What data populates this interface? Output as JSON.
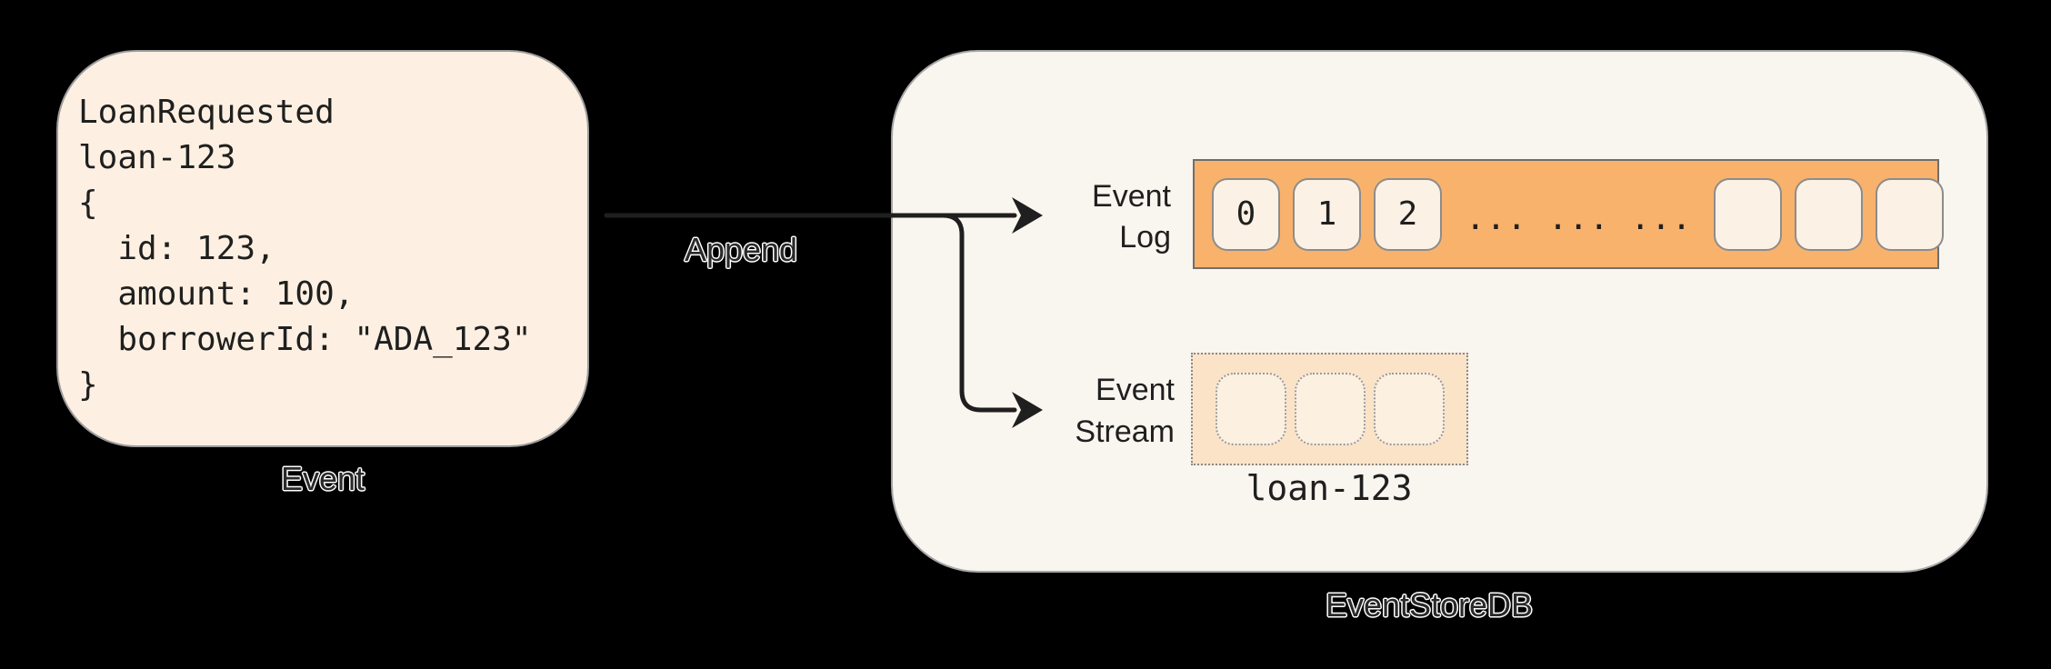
{
  "colors": {
    "background": "#000000",
    "event_box_fill": "#fdf0e2",
    "container_fill": "#f9f5ef",
    "log_bar_fill": "#f8b26c",
    "log_cell_fill": "#fcf1e5",
    "stream_box_fill": "#fbe3c8",
    "stream_cell_fill": "#fcf0e1",
    "stroke_gray": "#8c8c8c",
    "text_ink": "#1f1f1f"
  },
  "event_box": {
    "code_lines": [
      "LoanRequested",
      "loan-123",
      "{",
      "  id: 123,",
      "  amount: 100,",
      "  borrowerId: \"ADA_123\"",
      "}"
    ],
    "caption": "Event"
  },
  "append_arrow": {
    "label": "Append"
  },
  "event_store": {
    "caption": "EventStoreDB",
    "event_log": {
      "label_line1": "Event",
      "label_line2": "Log",
      "filled_cells": [
        "0",
        "1",
        "2"
      ],
      "ellipsis": "... ... ...",
      "empty_cell_count": 3
    },
    "event_stream": {
      "label_line1": "Event",
      "label_line2": "Stream",
      "empty_cell_count": 3,
      "stream_name": "loan-123"
    }
  }
}
